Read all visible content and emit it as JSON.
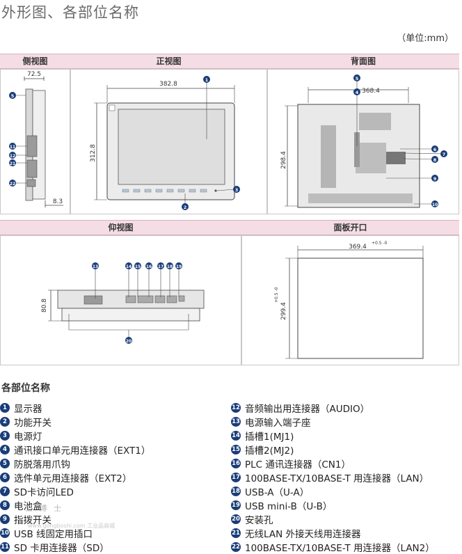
{
  "title": "外形图、各部位名称",
  "unit": "（单位:mm）",
  "panels": {
    "side": "侧视图",
    "front": "正视图",
    "back": "背面图",
    "bottom": "仰视图",
    "cutout": "面板开口"
  },
  "dims": {
    "side_depth": "72.5",
    "side_bottom": "8.3",
    "front_width": "382.8",
    "front_height": "312.8",
    "back_width": "368.4",
    "back_height": "298.4",
    "bottom_height": "80.8",
    "cut_width": "369.4",
    "cut_width_tol": "+0.5 -0",
    "cut_height": "299.4",
    "cut_height_tol": "+0.5 -0"
  },
  "parts_title": "各部位名称",
  "parts_left": [
    {
      "n": "1",
      "label": "显示器"
    },
    {
      "n": "2",
      "label": "功能开关"
    },
    {
      "n": "3",
      "label": "电源灯"
    },
    {
      "n": "4",
      "label": "通讯接口单元用连接器（EXT1）"
    },
    {
      "n": "5",
      "label": "防脱落用爪钩"
    },
    {
      "n": "6",
      "label": "选件单元用连接器（EXT2）"
    },
    {
      "n": "7",
      "label": "SD卡访问LED"
    },
    {
      "n": "8",
      "label": "电池盒"
    },
    {
      "n": "9",
      "label": "指拨开关"
    },
    {
      "n": "10",
      "label": "USB 线固定用插口"
    },
    {
      "n": "11",
      "label": "SD 卡用连接器（SD）"
    }
  ],
  "parts_right": [
    {
      "n": "12",
      "label": "音频输出用连接器（AUDIO）"
    },
    {
      "n": "13",
      "label": "电源输入端子座"
    },
    {
      "n": "14",
      "label": "插槽1(MJ1)"
    },
    {
      "n": "15",
      "label": "插槽2(MJ2)"
    },
    {
      "n": "16",
      "label": "PLC 通讯连接器（CN1）"
    },
    {
      "n": "17",
      "label": "100BASE-TX/10BASE-T 用连接器（LAN）"
    },
    {
      "n": "18",
      "label": "USB-A（U-A）"
    },
    {
      "n": "19",
      "label": "USB mini-B（U-B）"
    },
    {
      "n": "20",
      "label": "安装孔"
    },
    {
      "n": "21",
      "label": "无线LAN 外接天线用连接器"
    },
    {
      "n": "22",
      "label": "100BASE-TX/10BASE-T 用连接器（LAN2）"
    }
  ],
  "watermark": "工 博 士",
  "watermark_sub": "www.gongboshi.com 工业品商城"
}
